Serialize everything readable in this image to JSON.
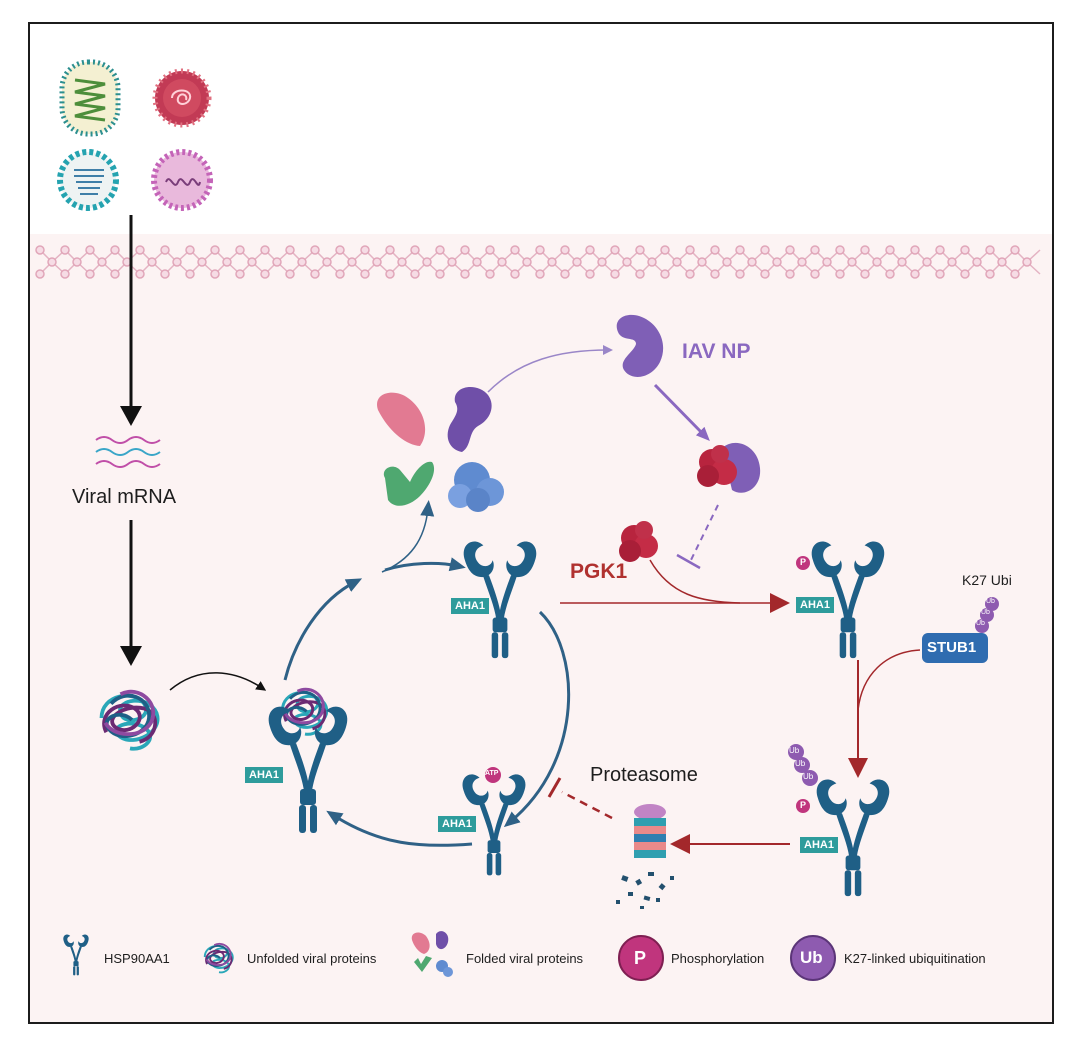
{
  "labels": {
    "viral_mrna": "Viral mRNA",
    "iav_np": "IAV NP",
    "pgk1": "PGK1",
    "k27_ubi": "K27 Ubi",
    "stub1": "STUB1",
    "proteasome": "Proteasome",
    "aha1": "AHA1",
    "atp": "ATP",
    "phospho_p": "P",
    "ub": "Ub"
  },
  "legend": [
    {
      "icon": "hsp90-icon",
      "label": "HSP90AA1"
    },
    {
      "icon": "unfolded-protein-icon",
      "label": "Unfolded viral proteins"
    },
    {
      "icon": "folded-protein-icon",
      "label": "Folded viral proteins"
    },
    {
      "icon": "phosphorylation-icon",
      "label": "Phosphorylation",
      "symbol": "P"
    },
    {
      "icon": "ubiquitin-icon",
      "label": "K27-linked ubiquitination",
      "symbol": "Ub"
    }
  ],
  "colors": {
    "hsp90": "#1f5f86",
    "aha1": "#2e9c9c",
    "pgk1_text": "#b0312f",
    "pgk1_protein": "#b8243e",
    "iav_np": "#7f5fb6",
    "iav_np_text": "#8a68c0",
    "cycle_arrow": "#2f6186",
    "red_arrow": "#a3282b",
    "stub1": "#2f6cb0",
    "phospho": "#c0357d",
    "ubiquitin": "#8e5bb0",
    "cytoplasm": "#fcf3f3",
    "membrane": "#e9b9c8"
  }
}
